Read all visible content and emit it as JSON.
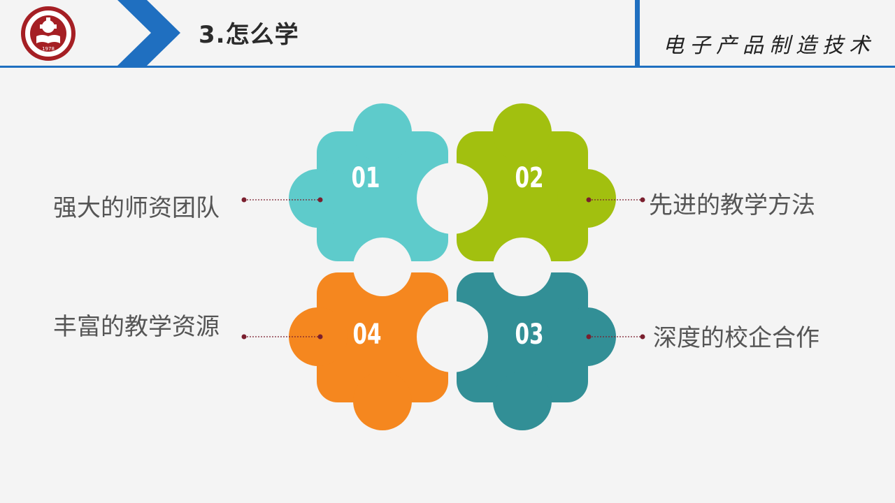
{
  "header": {
    "section_title": "3.怎么学",
    "course_title": "电子产品制造技术",
    "logo_year": "1978"
  },
  "pieces": [
    {
      "id": "01",
      "color": "#5ecbcb"
    },
    {
      "id": "02",
      "color": "#a2c00f"
    },
    {
      "id": "03",
      "color": "#328f96"
    },
    {
      "id": "04",
      "color": "#f5871f"
    }
  ],
  "labels": {
    "top_left": "强大的师资团队",
    "top_right": "先进的教学方法",
    "bottom_left": "丰富的教学资源",
    "bottom_right": "深度的校企合作"
  },
  "colors": {
    "accent_blue": "#1f6fc0",
    "connector": "#7a1f2e",
    "logo_red": "#a51f24"
  }
}
